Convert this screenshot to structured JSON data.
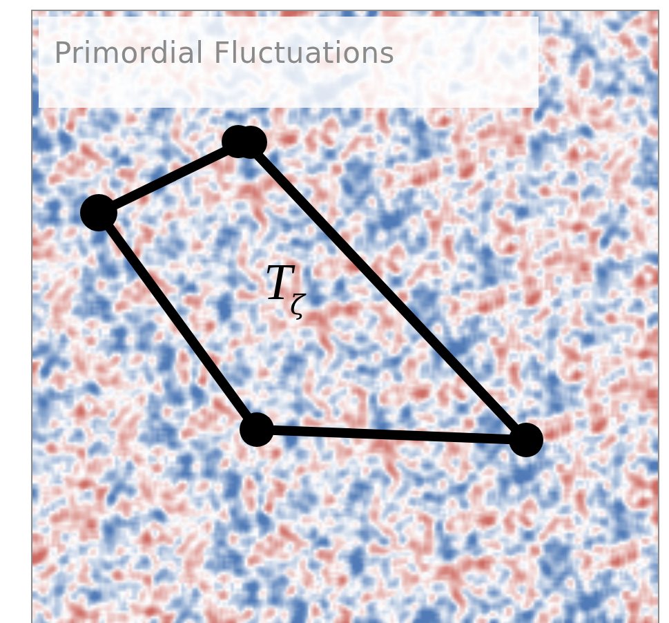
{
  "diagram": {
    "title": "Primordial Fluctuations",
    "labels": [
      "T",
      "ζ"
    ]
  }
}
